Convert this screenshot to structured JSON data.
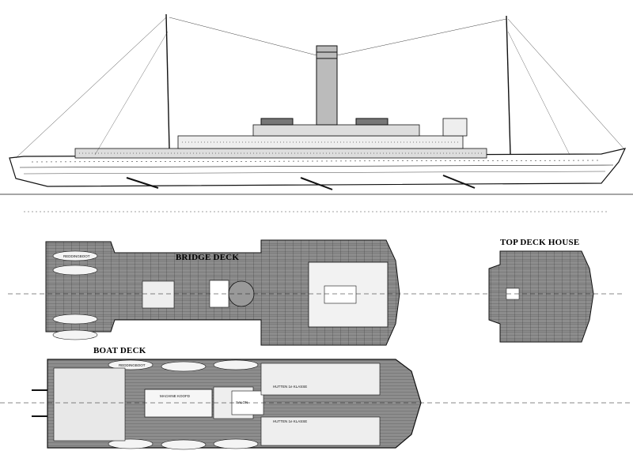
{
  "titles": {
    "bridge_deck": "BRIDGE DECK",
    "top_deck_house": "TOP DECK HOUSE",
    "boat_deck": "BOAT DECK"
  },
  "annotations": {
    "lifeboat": "REDDINGBOOT",
    "machine_kap": "MACHINE KOOFD",
    "cabins_first_class": "HUTTEN 1e KLASSE",
    "salon": "SALON"
  },
  "colors": {
    "ink": "#111111",
    "deck": "#8a8a8a",
    "paper": "#ffffff"
  }
}
